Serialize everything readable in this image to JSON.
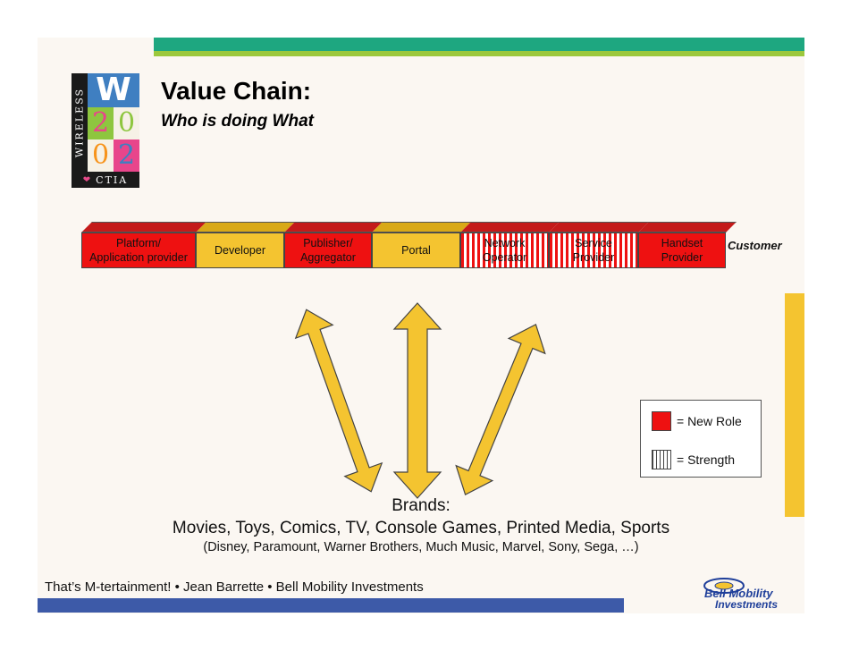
{
  "slide": {
    "title": "Value Chain:",
    "subtitle": "Who is doing What"
  },
  "logo": {
    "side_text": "WIRELESS",
    "cells": [
      "W",
      "2",
      "0",
      "0",
      "2"
    ],
    "bottom_text": "CTIA",
    "colors": {
      "green": "#8ec63f",
      "pink": "#e8458b",
      "blue": "#3f7fc1",
      "orange": "#f7941d",
      "dark": "#1a1a1a"
    }
  },
  "chain": [
    {
      "label_line1": "Platform/",
      "label_line2": "Application provider",
      "style": "new-role"
    },
    {
      "label_line1": "Developer",
      "label_line2": "",
      "style": "plain"
    },
    {
      "label_line1": "Publisher/",
      "label_line2": "Aggregator",
      "style": "new-role"
    },
    {
      "label_line1": "Portal",
      "label_line2": "",
      "style": "plain"
    },
    {
      "label_line1": "Network",
      "label_line2": "Operator",
      "style": "strength"
    },
    {
      "label_line1": "Service",
      "label_line2": "Provider",
      "style": "strength"
    },
    {
      "label_line1": "Handset",
      "label_line2": "Provider",
      "style": "new-role"
    }
  ],
  "customer_label": "Customer",
  "legend": {
    "new_role": "= New Role",
    "strength": "= Strength"
  },
  "brands": {
    "label": "Brands:",
    "list": "Movies, Toys, Comics, TV, Console Games, Printed Media, Sports",
    "examples": "(Disney, Paramount, Warner Brothers, Much Music, Marvel, Sony, Sega, …)"
  },
  "footer": "That’s M-tertainment! • Jean Barrette • Bell Mobility Investments",
  "bell_logo": {
    "line1": "Bell Mobility",
    "line2": "Investments"
  },
  "colors": {
    "red": "#ee1111",
    "yellow": "#f4c430",
    "green_bar": "#1ea780",
    "lime_bar": "#9cc83c",
    "blue_bar": "#3d5aa8"
  }
}
